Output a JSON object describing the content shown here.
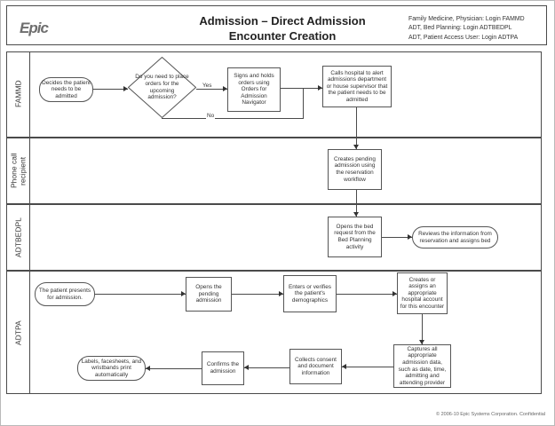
{
  "header": {
    "logo": "Epic",
    "title_line1": "Admission – Direct Admission",
    "title_line2": "Encounter Creation",
    "logins": [
      "Family Medicine, Physician: Login FAMMD",
      "ADT, Bed Planning: Login ADTBEDPL",
      "ADT, Patient Access User: Login ADTPA"
    ]
  },
  "lanes": {
    "fammd": "FAMMD",
    "phone": "Phone call recipient",
    "adtbedpl": "ADTBEDPL",
    "adtpa": "ADTPA"
  },
  "nodes": {
    "decides": "Decides the patient needs to be admitted",
    "orders_question": "Do you need to place orders for the upcoming admission?",
    "signs_holds": "Signs and holds orders using Orders for Admission Navigator",
    "calls_hospital": "Calls hospital to alert admissions department or house supervisor that the patient needs to be admitted",
    "creates_pending": "Creates pending admission using the reservation workflow",
    "opens_bed_request": "Opens the bed request from the Bed Planning activity",
    "reviews_info": "Reviews the information from reservation and assigns bed",
    "patient_presents": "The patient presents for admission.",
    "opens_pending": "Opens the pending admission",
    "enters_demographics": "Enters or verifies the patient's demographics",
    "creates_account": "Creates or assigns an appropriate hospital account for this encounter",
    "captures_data": "Captures all appropriate admission data, such as date, time, admitting and attending provider",
    "collects_consent": "Collects consent and document information",
    "confirms": "Confirms the admission",
    "labels_print": "Labels, facesheets, and wristbands print automatically"
  },
  "edge_labels": {
    "yes": "Yes",
    "no": "No"
  },
  "footer": {
    "copyright": "© 2006-10 Epic Systems Corporation. Confidential"
  },
  "colors": {
    "line": "#4a4a4a",
    "text": "#333333",
    "logo_gray": "#6e6e6e"
  }
}
